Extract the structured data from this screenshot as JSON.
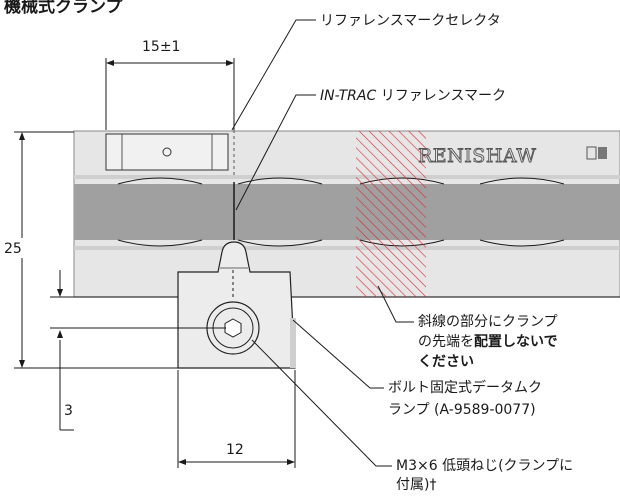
{
  "title": "機械式クランプ",
  "labels": {
    "selector": "リファレンスマークセレクタ",
    "intrac_italic": "IN-TRAC",
    "intrac_rest": " リファレンスマーク",
    "hatch_note_line1": "斜線の部分にクランプ",
    "hatch_note_line2_pre": "の先端を",
    "hatch_note_line2_bold": "配置しないで",
    "hatch_note_line3_bold": "ください",
    "clamp_line1": "ボルト固定式データムク",
    "clamp_line2": "ランプ (A-9589-0077)",
    "screw_line1": "M3×6 低頭ねじ(クランプに",
    "screw_line2": "付属)†"
  },
  "dimensions": {
    "top_width": "15±1",
    "height": "25",
    "offset": "3",
    "clamp_width": "12"
  },
  "logo_text": "RENISHAW",
  "colors": {
    "rail": "#e6e6e6",
    "scale_band": "#a0a0a0",
    "clamp_body": "#ececec",
    "hatch": "#e0242b"
  }
}
